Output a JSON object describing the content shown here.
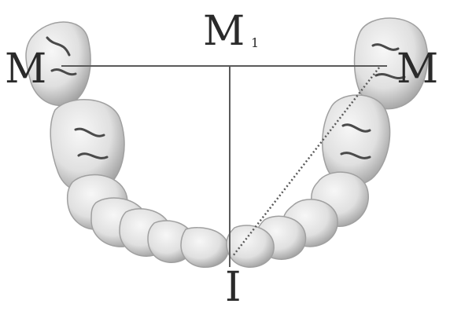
{
  "labels": {
    "left_m": "M",
    "right_m": "M",
    "top_m": "M",
    "top_m_sub": "1",
    "bottom_i": "I"
  },
  "colors": {
    "line": "#5a5a5a",
    "tooth_fill": "#e6e6e6",
    "tooth_shadow": "#a9a9a9",
    "tooth_groove": "#4a4a4a",
    "text": "#2a2a2a"
  }
}
